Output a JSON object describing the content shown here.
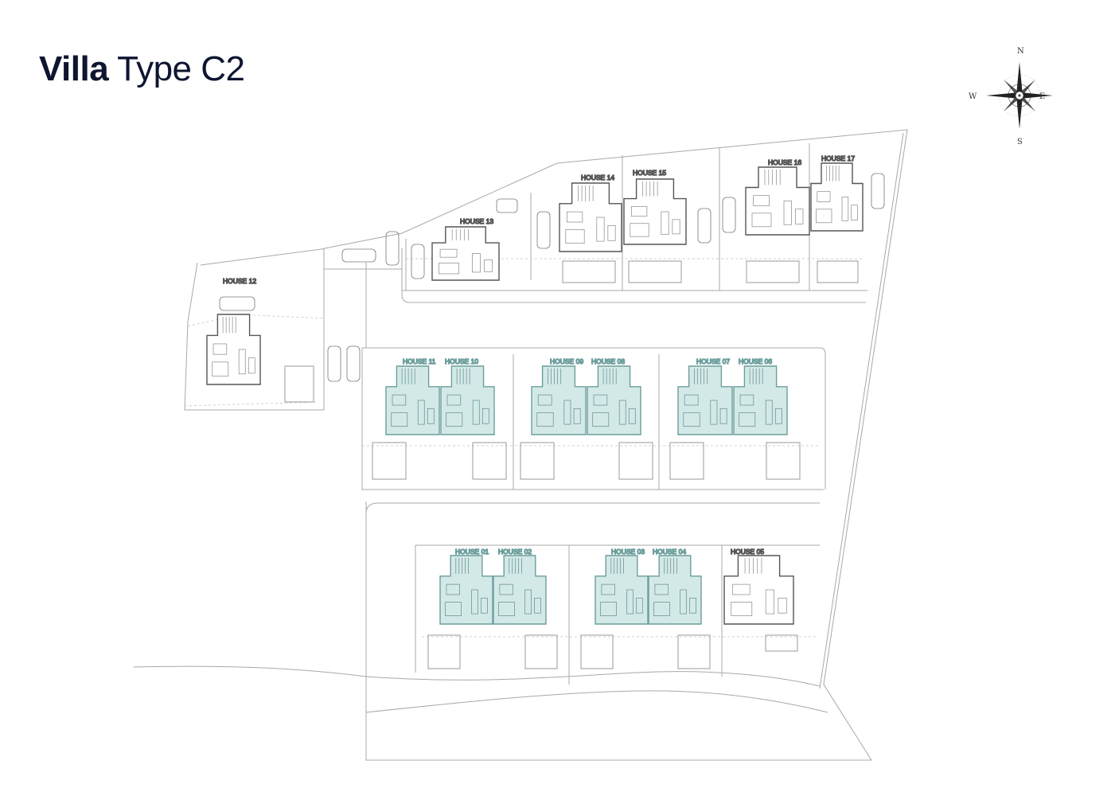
{
  "title": {
    "bold": "Villa",
    "rest": "Type C2"
  },
  "compass": {
    "n": "N",
    "e": "E",
    "s": "S",
    "w": "W"
  },
  "colors": {
    "highlight_fill": "#d3e9e8",
    "highlight_stroke": "#6b9e9c",
    "title": "#0d1530"
  },
  "houses": [
    {
      "id": "01",
      "label": "HOUSE 01",
      "highlighted": true
    },
    {
      "id": "02",
      "label": "HOUSE 02",
      "highlighted": true
    },
    {
      "id": "03",
      "label": "HOUSE 03",
      "highlighted": true
    },
    {
      "id": "04",
      "label": "HOUSE 04",
      "highlighted": true
    },
    {
      "id": "05",
      "label": "HOUSE 05",
      "highlighted": false
    },
    {
      "id": "06",
      "label": "HOUSE 06",
      "highlighted": true
    },
    {
      "id": "07",
      "label": "HOUSE 07",
      "highlighted": true
    },
    {
      "id": "08",
      "label": "HOUSE 08",
      "highlighted": true
    },
    {
      "id": "09",
      "label": "HOUSE 09",
      "highlighted": true
    },
    {
      "id": "10",
      "label": "HOUSE 10",
      "highlighted": true
    },
    {
      "id": "11",
      "label": "HOUSE 11",
      "highlighted": true
    },
    {
      "id": "12",
      "label": "HOUSE 12",
      "highlighted": false
    },
    {
      "id": "13",
      "label": "HOUSE 13",
      "highlighted": false
    },
    {
      "id": "14",
      "label": "HOUSE 14",
      "highlighted": false
    },
    {
      "id": "15",
      "label": "HOUSE 15",
      "highlighted": false
    },
    {
      "id": "16",
      "label": "HOUSE 16",
      "highlighted": false
    },
    {
      "id": "17",
      "label": "HOUSE 17",
      "highlighted": false
    }
  ]
}
